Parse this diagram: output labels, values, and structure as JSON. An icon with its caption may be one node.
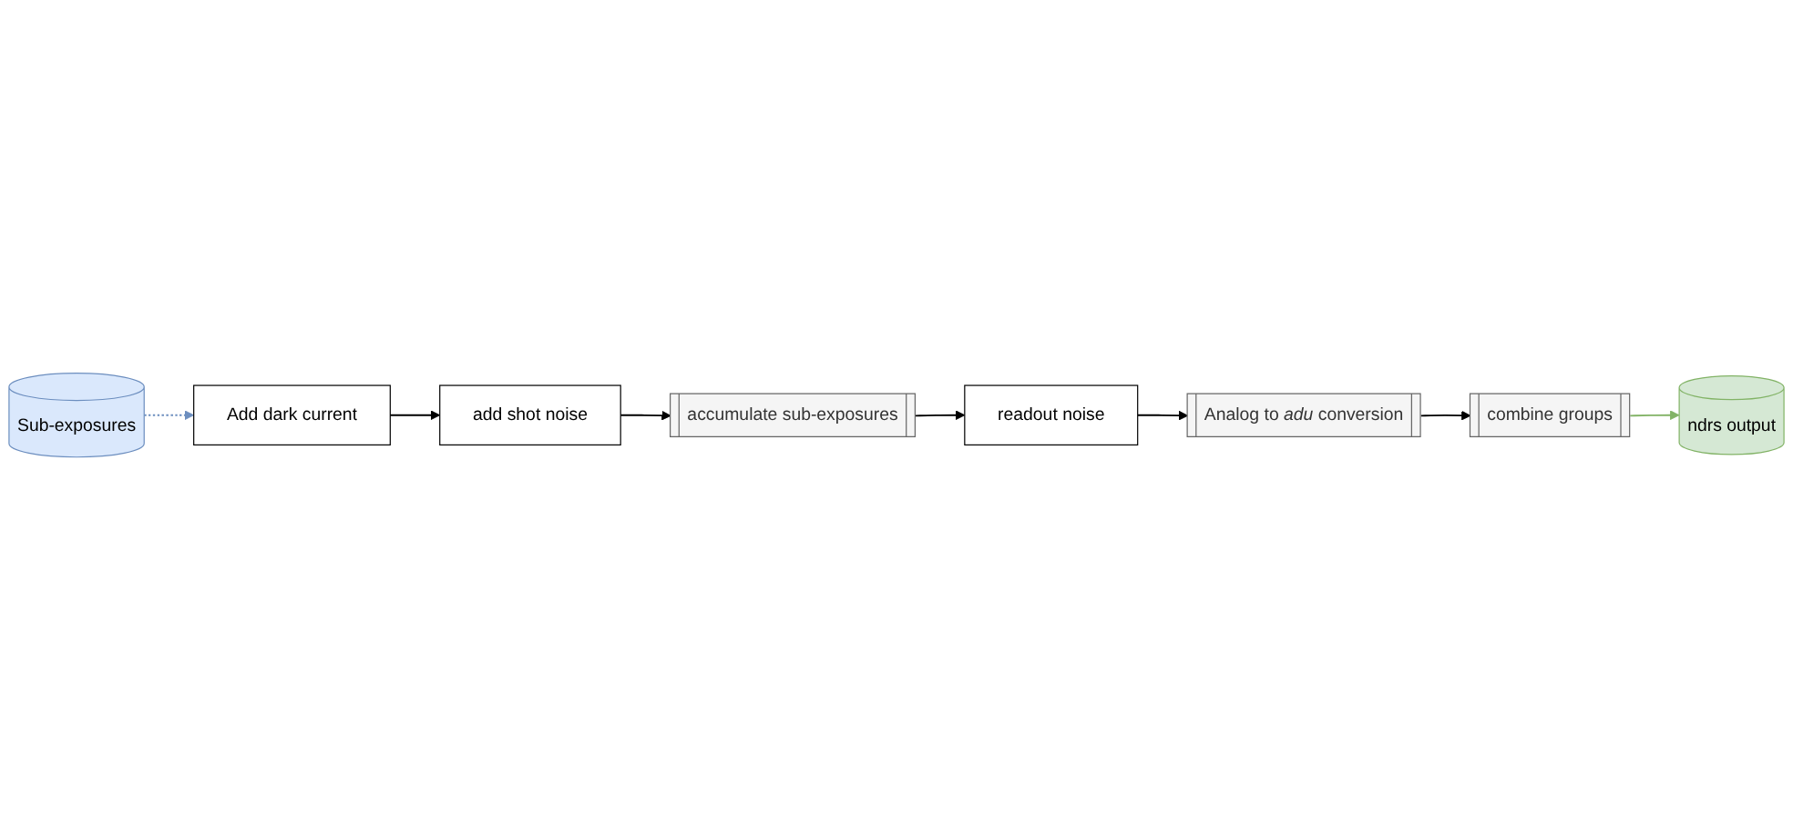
{
  "diagram": {
    "nodes": [
      {
        "text": [
          "Sub-exposures"
        ]
      },
      {
        "text": [
          "Add dark current"
        ]
      },
      {
        "text": [
          "add shot noise"
        ]
      },
      {
        "text": [
          "accumulate sub-exposures"
        ]
      },
      {
        "text": [
          "readout noise"
        ]
      },
      {
        "text": [
          "Analog to *adu* conversion"
        ]
      },
      {
        "text": [
          "combine groups"
        ]
      },
      {
        "text": [
          "ndrs output"
        ]
      }
    ],
    "edges": [
      {
        "from": 0,
        "to": 1,
        "arrow": "to",
        "style": "dashed",
        "color": "#6c8ebf"
      },
      {
        "from": 1,
        "to": 2,
        "arrow": "to"
      },
      {
        "from": 2,
        "to": 3,
        "arrow": "to"
      },
      {
        "from": 3,
        "to": 4,
        "arrow": "to"
      },
      {
        "from": 4,
        "to": 5,
        "arrow": "to"
      },
      {
        "from": 5,
        "to": 6,
        "arrow": "to"
      },
      {
        "from": 6,
        "to": 7,
        "arrow": "to",
        "color": "#82b366"
      }
    ]
  }
}
